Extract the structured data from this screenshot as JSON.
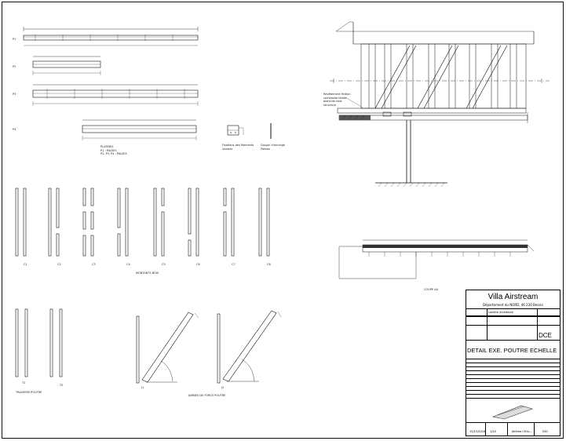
{
  "project": {
    "name": "Villa Airstream",
    "address": "Département du NORD, 46 230 Bessin"
  },
  "sheet": {
    "phase": "DCE",
    "title": "DETAIL EXE. POUTRE ECHELLE",
    "small_header": "Lanière Architecte",
    "date": "15/12/2016",
    "scale": "1/20",
    "drawn_by": "Jérôme CHAL...",
    "index": "D01"
  },
  "labels": {
    "p1": "P1",
    "p2": "P2",
    "p3": "P3",
    "p4": "P4",
    "platines_note": "PLATINES\nP1 : PALEES\nP2, P3, P4 : PALEES",
    "fixing_note": "Fixations des Montants\nvisserie",
    "bolt_note": "Goujon d'ancrage\nPoteau",
    "montants_caption": "MONTANTS BOIS",
    "m_labels": [
      "C1",
      "C2",
      "C3",
      "C4",
      "C5",
      "C6",
      "C7",
      "C8"
    ],
    "traverses_caption": "TRAVERSE POUTRE",
    "t_labels": [
      "T1",
      "T2"
    ],
    "jambes_caption": "JAMBES DE FORCE POUTRE",
    "j_labels": [
      "J1",
      "J2"
    ],
    "coupe_caption": "COUPE AA",
    "section_note": "Revêtement finition\ncomposite teinte\nplancher bois\nstructure"
  }
}
